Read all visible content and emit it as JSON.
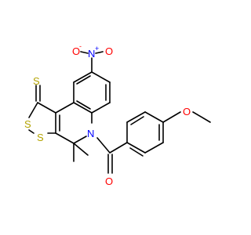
{
  "molecule": {
    "atoms": {
      "nitro_o_left": "O",
      "nitro_o_left_charge": "-",
      "nitro_n": "N",
      "nitro_n_charge": "+",
      "nitro_o_right": "O",
      "thione_s": "S",
      "dithiole_s1": "S",
      "dithiole_s2": "S",
      "ring_n": "N",
      "carbonyl_o": "O",
      "methoxy_o": "O"
    },
    "colors": {
      "oxygen": "#ff0000",
      "nitrogen": "#0000ff",
      "sulfur": "#b3a300",
      "bond": "#000000"
    }
  }
}
